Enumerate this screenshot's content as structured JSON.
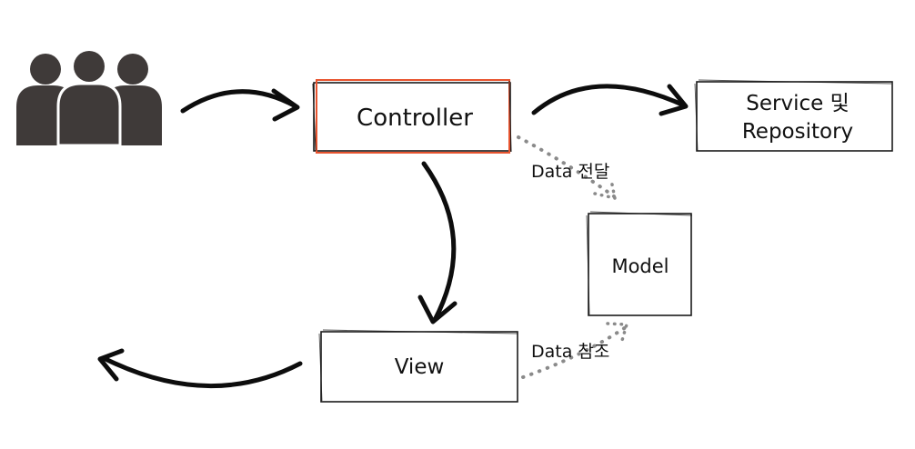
{
  "nodes": {
    "controller": {
      "label": "Controller",
      "accent": "#e8542f"
    },
    "service": {
      "line1": "Service 및",
      "line2": "Repository"
    },
    "model": {
      "label": "Model"
    },
    "view": {
      "label": "View"
    }
  },
  "edges": {
    "data_transfer": {
      "label": "Data 전달"
    },
    "data_reference": {
      "label": "Data 참조"
    }
  },
  "icons": {
    "users": "users-group-icon"
  },
  "colors": {
    "ink": "#0d0d0d",
    "dotted": "#8a8a8a",
    "users_fill": "#3f3a39"
  }
}
